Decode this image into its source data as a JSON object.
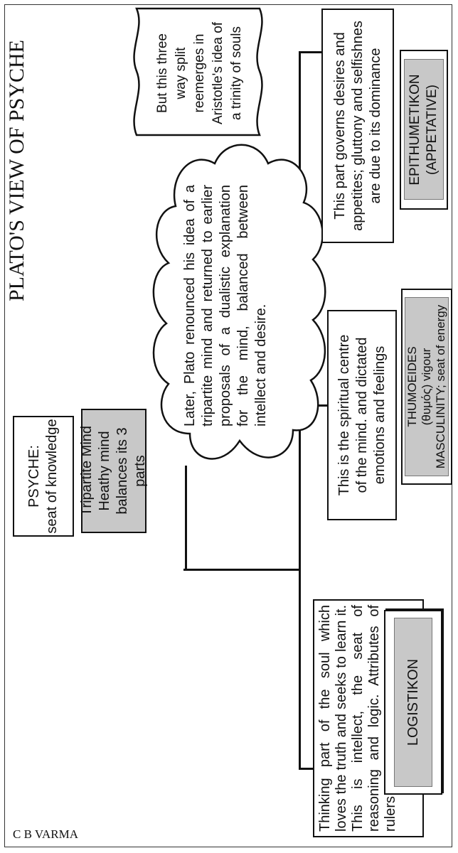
{
  "title": "PLATO'S VIEW OF PSYCHE",
  "credit": "C B VARMA",
  "psyche": {
    "line1": "PSYCHE:",
    "line2": "seat  of knowledge"
  },
  "tripartite": {
    "line1": "Tripartite Mind",
    "line2": "Heathy mind balances its 3",
    "line3": "parts"
  },
  "cloud": {
    "text": "Later, Plato renounced his idea of a tripartite mind and returned to earlier proposals of a dualistic explanation for the mind, balanced between intellect and desire."
  },
  "scroll": {
    "line1": "But this three",
    "line2": "way split",
    "line3": "reemerges in",
    "line4": "Aristotle's idea of",
    "line5": "a trinity of souls"
  },
  "logistikon": {
    "description": "Thinking part of the soul which loves the truth and seeks to learn it.  This is intellect, the seat of reasoning and logic.  Attributes  of  rulers  for PERFECT SOCIETY",
    "label": "LOGISTIKON"
  },
  "thumoeides": {
    "line1": "This is the spiritual centre",
    "line2": "of the mind.  and dictated",
    "line3": "emotions and feelings",
    "label1": "THUMOEIDES",
    "label2": "(θυμός) vigour",
    "label3": "MASCULINITY; seat of energy"
  },
  "epithumetikon": {
    "line1": "This part governs desires and",
    "line2": "appetites; gluttony and selfishnes",
    "line3": "are due to its dominance",
    "label1": "EPITHUMETIKON",
    "label2": "(APPETATIVE)"
  }
}
